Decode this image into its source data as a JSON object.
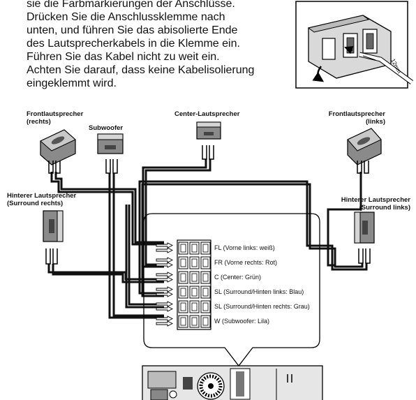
{
  "instructions": {
    "lines": [
      "sie die Farbmarkierungen der Anschlüsse.",
      "Drücken Sie die Anschlussklemme nach",
      "unten, und führen Sie das abisolierte Ende",
      "des Lautsprecherkabels in die Klemme ein.",
      "Führen Sie das Kabel nicht zu weit ein.",
      "Achten Sie darauf, dass keine Kabelisolierung",
      "eingeklemmt wird."
    ]
  },
  "inset": {
    "strip_length": "12mm"
  },
  "speakers": {
    "front_right": {
      "line1": "Frontlautsprecher",
      "line2": "(rechts)"
    },
    "subwoofer": {
      "line1": "Subwoofer"
    },
    "center": {
      "line1": "Center-Lautsprecher"
    },
    "front_left": {
      "line1": "Frontlautsprecher",
      "line2": "(links)"
    },
    "rear_right": {
      "line1": "Hinterer Lautsprecher",
      "line2": "(Surround rechts)"
    },
    "rear_left": {
      "line1": "Hinterer Lautsprecher",
      "line2": "(Surround links)"
    }
  },
  "terminals": [
    {
      "label": "FL (Vorne links: weiß)"
    },
    {
      "label": "FR (Vorne rechts: Rot)"
    },
    {
      "label": "C (Center: Grün)"
    },
    {
      "label": "SL (Surround/Hinten links: Blau)"
    },
    {
      "label": "SL (Surround/Hinten rechts: Grau)"
    },
    {
      "label": "W (Subwoofer: Lila)"
    }
  ]
}
